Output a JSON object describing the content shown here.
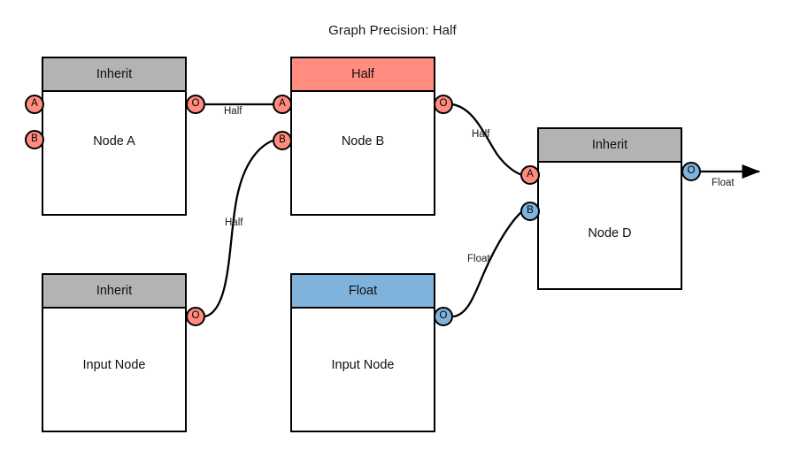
{
  "title": "Graph Precision: Half",
  "colors": {
    "inherit_header": "#b3b3b3",
    "half_header": "#ff8c7f",
    "float_header": "#7fb3dc",
    "half_port": "#ff8c7f",
    "float_port": "#7fb3dc",
    "outline": "#000000",
    "background": "#ffffff"
  },
  "nodes": [
    {
      "id": "node-a",
      "header": "Inherit",
      "label": "Node A",
      "inputs": [
        {
          "id": "a",
          "label": "A",
          "type": "half"
        },
        {
          "id": "b",
          "label": "B",
          "type": "half"
        }
      ],
      "outputs": [
        {
          "id": "o",
          "label": "O",
          "type": "half"
        }
      ]
    },
    {
      "id": "node-b",
      "header": "Half",
      "label": "Node B",
      "inputs": [
        {
          "id": "a",
          "label": "A",
          "type": "half"
        },
        {
          "id": "b",
          "label": "B",
          "type": "half"
        }
      ],
      "outputs": [
        {
          "id": "o",
          "label": "O",
          "type": "half"
        }
      ]
    },
    {
      "id": "node-d",
      "header": "Inherit",
      "label": "Node D",
      "inputs": [
        {
          "id": "a",
          "label": "A",
          "type": "half"
        },
        {
          "id": "b",
          "label": "B",
          "type": "float"
        }
      ],
      "outputs": [
        {
          "id": "o",
          "label": "O",
          "type": "float"
        }
      ]
    },
    {
      "id": "input-node-1",
      "header": "Inherit",
      "label": "Input Node",
      "inputs": [],
      "outputs": [
        {
          "id": "o",
          "label": "O",
          "type": "half"
        }
      ]
    },
    {
      "id": "input-node-2",
      "header": "Float",
      "label": "Input Node",
      "inputs": [],
      "outputs": [
        {
          "id": "o",
          "label": "O",
          "type": "float"
        }
      ]
    }
  ],
  "edges": [
    {
      "id": "edge-a-o-to-b-a",
      "from": "node-a.o",
      "to": "node-b.a",
      "label": "Half",
      "type": "half"
    },
    {
      "id": "edge-in1-o-to-b-b",
      "from": "input-node-1.o",
      "to": "node-b.b",
      "label": "Half",
      "type": "half"
    },
    {
      "id": "edge-b-o-to-d-a",
      "from": "node-b.o",
      "to": "node-d.a",
      "label": "Half",
      "type": "half"
    },
    {
      "id": "edge-in2-o-to-d-b",
      "from": "input-node-2.o",
      "to": "node-d.b",
      "label": "Float",
      "type": "float"
    },
    {
      "id": "edge-d-o-output",
      "from": "node-d.o",
      "to": "output",
      "label": "Float",
      "type": "float"
    }
  ]
}
